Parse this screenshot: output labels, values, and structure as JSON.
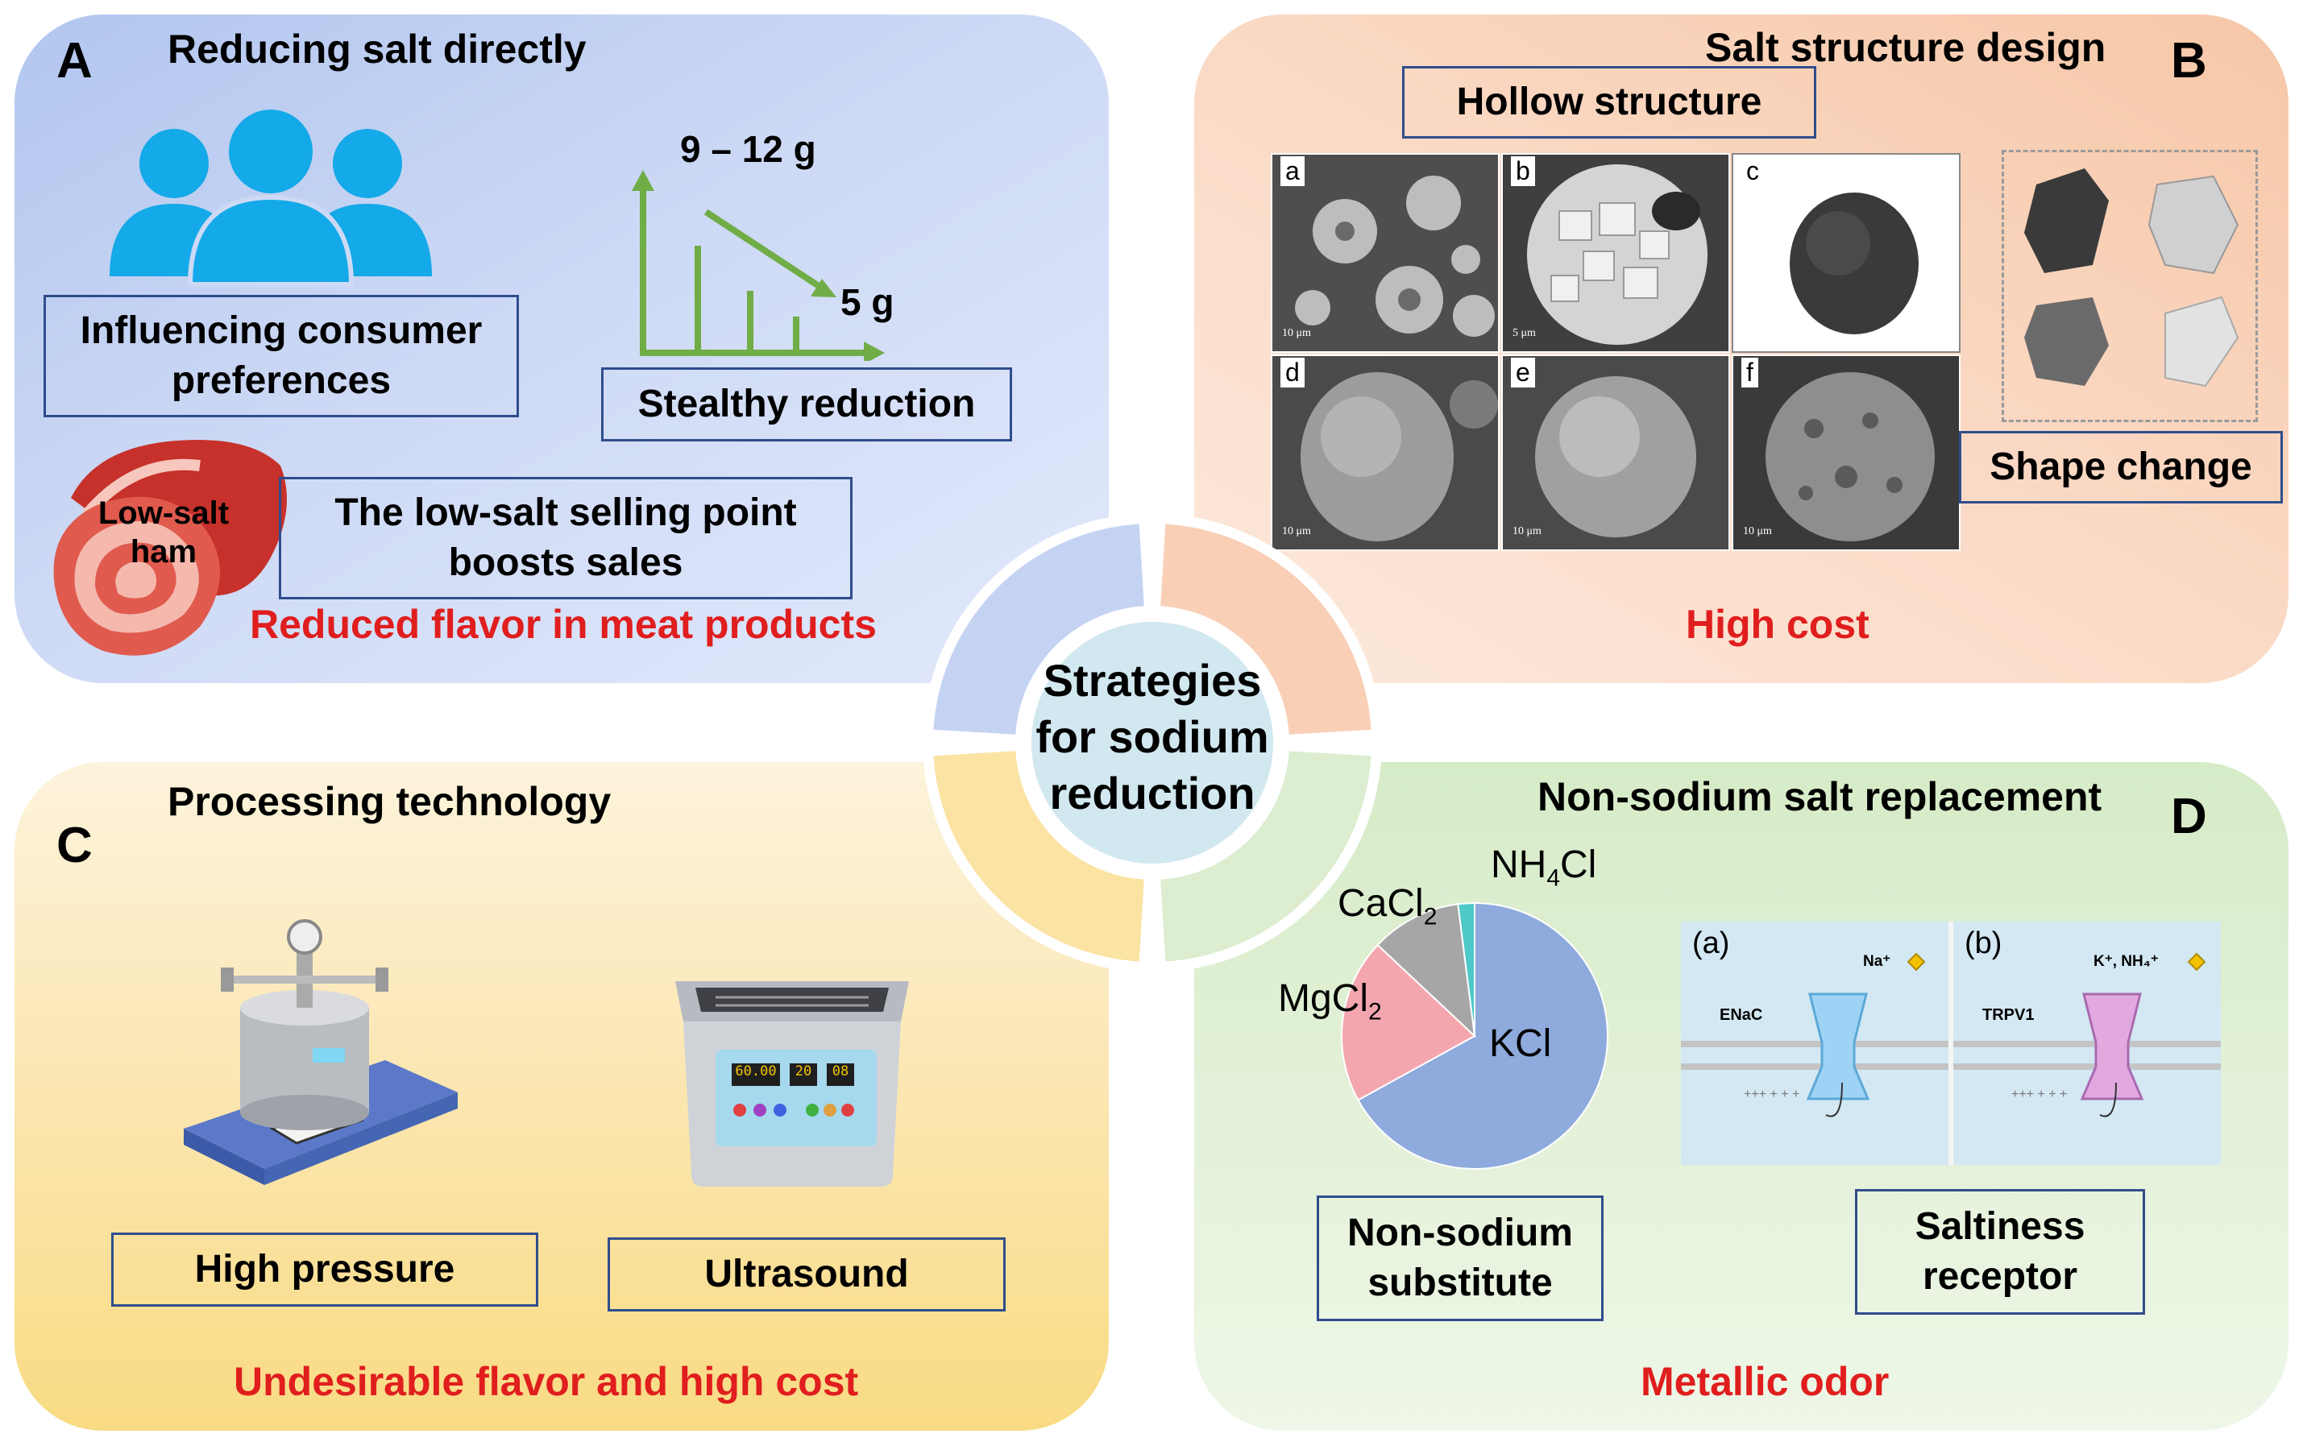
{
  "center": {
    "line1": "Strategies",
    "line2": "for sodium",
    "line3": "reduction"
  },
  "panelA": {
    "letter": "A",
    "title": "Reducing salt directly",
    "consumer_box": {
      "line1": "Influencing consumer",
      "line2": "preferences"
    },
    "chart_top": "9 – 12 g",
    "chart_bottom": "5 g",
    "stealthy_box": "Stealthy reduction",
    "ham_label_1": "Low-salt",
    "ham_label_2": "ham",
    "selling_box": {
      "line1": "The low-salt selling point",
      "line2": "boosts sales"
    },
    "drawback": "Reduced flavor in meat products"
  },
  "panelB": {
    "letter": "B",
    "title": "Salt structure design",
    "hollow_box": "Hollow structure",
    "micrographs": [
      {
        "label": "a",
        "scale": "10 μm"
      },
      {
        "label": "b",
        "scale": "5 μm"
      },
      {
        "label": "c",
        "scale": ""
      },
      {
        "label": "d",
        "scale": "10 μm"
      },
      {
        "label": "e",
        "scale": "10 μm"
      },
      {
        "label": "f",
        "scale": "10 μm"
      }
    ],
    "shape_box": "Shape change",
    "drawback": "High cost"
  },
  "panelC": {
    "letter": "C",
    "title": "Processing technology",
    "pressure_box": "High pressure",
    "ultrasound_box": "Ultrasound",
    "ultrasound_display": [
      "60.00",
      "20",
      "08"
    ],
    "drawback": "Undesirable flavor and high cost"
  },
  "panelD": {
    "letter": "D",
    "title": "Non-sodium salt replacement",
    "substitute_box": {
      "line1": "Non-sodium",
      "line2": "substitute"
    },
    "receptor_box": {
      "line1": "Saltiness",
      "line2": "receptor"
    },
    "receptor_panels": [
      {
        "label": "(a)",
        "channel": "ENaC",
        "ion": "Na⁺"
      },
      {
        "label": "(b)",
        "channel": "TRPV1",
        "ion": "K⁺, NH₄⁺"
      }
    ],
    "membrane_charge": "+++ + + +",
    "drawback": "Metallic odor"
  },
  "chart_data": {
    "type": "pie",
    "labels": [
      "KCl",
      "MgCl2",
      "CaCl2",
      "NH4Cl"
    ],
    "values": [
      67,
      20,
      11,
      2
    ],
    "colors": [
      "#8faadc",
      "#f4a6ae",
      "#a6a6a6",
      "#4ec8c8"
    ]
  },
  "colors": {
    "panelA": "#c5d3f3",
    "panelB": "#f9cfb6",
    "panelC": "#fbe3a4",
    "panelD": "#dcedd0",
    "accent_red": "#e01e1e",
    "box_border": "#2f4d8c",
    "arrow_green": "#70ad47",
    "people_blue": "#14a9e8"
  }
}
